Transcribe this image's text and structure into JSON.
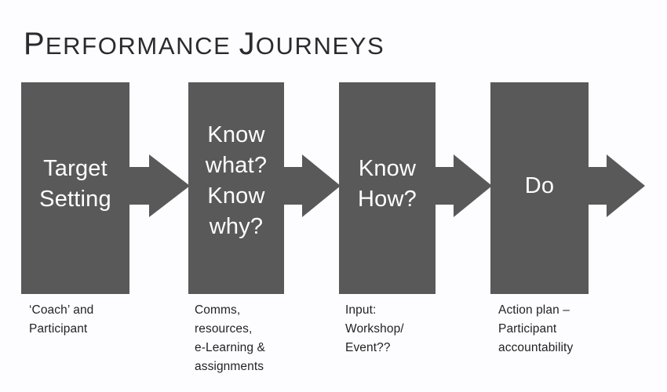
{
  "slide": {
    "background_color": "#fdfdff",
    "box_color": "#595959",
    "box_text_color": "#ffffff",
    "caption_text_color": "#231f20",
    "title_color": "#2b2b2f"
  },
  "title": {
    "full": "PERFORMANCE JOURNEYS",
    "word_1_cap": "P",
    "word_1_rest": "ERFORMANCE",
    "space": " ",
    "word_2_cap": "J",
    "word_2_rest": "OURNEYS"
  },
  "stages": [
    {
      "id": "target-setting",
      "label": "Target\nSetting",
      "caption": "‘Coach’ and\nParticipant"
    },
    {
      "id": "know-what-know-why",
      "label": "Know\nwhat?\nKnow\nwhy?",
      "caption": "Comms,\nresources,\ne-Learning &\nassignments"
    },
    {
      "id": "know-how",
      "label": "Know\nHow?",
      "caption": "Input:\nWorkshop/\nEvent??"
    },
    {
      "id": "do",
      "label": "Do",
      "caption": "Action plan –\nParticipant\naccountability"
    }
  ],
  "arrows": [
    {
      "id": "arrow-1",
      "icon": "right-arrow-icon"
    },
    {
      "id": "arrow-2",
      "icon": "right-arrow-icon"
    },
    {
      "id": "arrow-3",
      "icon": "right-arrow-icon"
    },
    {
      "id": "arrow-4",
      "icon": "right-arrow-icon"
    }
  ]
}
